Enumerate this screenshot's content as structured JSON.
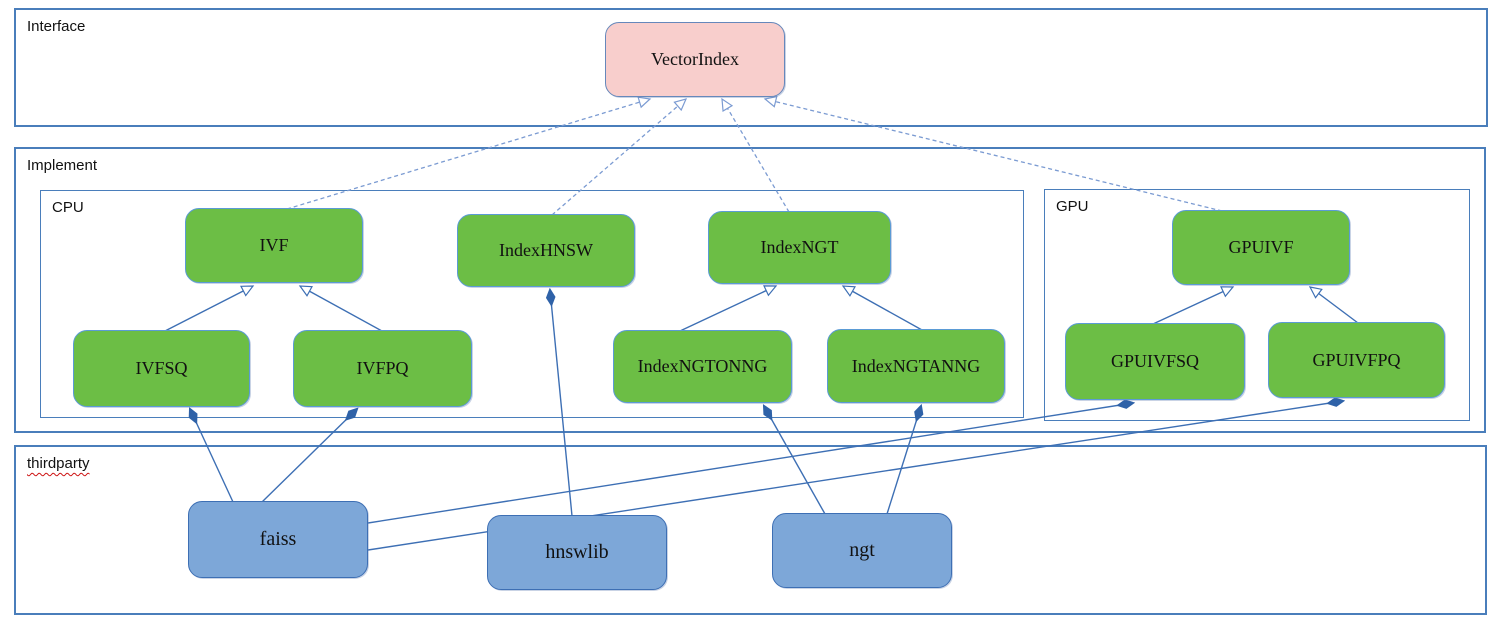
{
  "diagram": {
    "containers": {
      "interface": {
        "label": "Interface"
      },
      "implement": {
        "label": "Implement"
      },
      "cpu": {
        "label": "CPU"
      },
      "gpu": {
        "label": "GPU"
      },
      "thirdparty": {
        "label": "thirdparty"
      }
    },
    "nodes": {
      "vectorindex": {
        "label": "VectorIndex",
        "fill": "#f8cecc",
        "group": "interface"
      },
      "ivf": {
        "label": "IVF",
        "fill": "#6cbe45",
        "group": "cpu"
      },
      "indexhnsw": {
        "label": "IndexHNSW",
        "fill": "#6cbe45",
        "group": "cpu"
      },
      "indexngt": {
        "label": "IndexNGT",
        "fill": "#6cbe45",
        "group": "cpu"
      },
      "ivfsq": {
        "label": "IVFSQ",
        "fill": "#6cbe45",
        "group": "cpu"
      },
      "ivfpq": {
        "label": "IVFPQ",
        "fill": "#6cbe45",
        "group": "cpu"
      },
      "indexngtonng": {
        "label": "IndexNGTONNG",
        "fill": "#6cbe45",
        "group": "cpu"
      },
      "indexngtanng": {
        "label": "IndexNGTANNG",
        "fill": "#6cbe45",
        "group": "cpu"
      },
      "gpuivf": {
        "label": "GPUIVF",
        "fill": "#6cbe45",
        "group": "gpu"
      },
      "gpuivfsq": {
        "label": "GPUIVFSQ",
        "fill": "#6cbe45",
        "group": "gpu"
      },
      "gpuivfpq": {
        "label": "GPUIVFPQ",
        "fill": "#6cbe45",
        "group": "gpu"
      },
      "faiss": {
        "label": "faiss",
        "fill": "#7da7d8",
        "group": "thirdparty"
      },
      "hnswlib": {
        "label": "hnswlib",
        "fill": "#7da7d8",
        "group": "thirdparty"
      },
      "ngt": {
        "label": "ngt",
        "fill": "#7da7d8",
        "group": "thirdparty"
      }
    },
    "edges": [
      {
        "from": "IVF",
        "to": "VectorIndex",
        "type": "realization-dashed-hollow-arrow"
      },
      {
        "from": "IndexHNSW",
        "to": "VectorIndex",
        "type": "realization-dashed-hollow-arrow"
      },
      {
        "from": "IndexNGT",
        "to": "VectorIndex",
        "type": "realization-dashed-hollow-arrow"
      },
      {
        "from": "GPUIVF",
        "to": "VectorIndex",
        "type": "realization-dashed-hollow-arrow"
      },
      {
        "from": "IVFSQ",
        "to": "IVF",
        "type": "generalization-hollow-arrow"
      },
      {
        "from": "IVFPQ",
        "to": "IVF",
        "type": "generalization-hollow-arrow"
      },
      {
        "from": "IndexNGTONNG",
        "to": "IndexNGT",
        "type": "generalization-hollow-arrow"
      },
      {
        "from": "IndexNGTANNG",
        "to": "IndexNGT",
        "type": "generalization-hollow-arrow"
      },
      {
        "from": "GPUIVFSQ",
        "to": "GPUIVF",
        "type": "generalization-hollow-arrow"
      },
      {
        "from": "GPUIVFPQ",
        "to": "GPUIVF",
        "type": "generalization-hollow-arrow"
      },
      {
        "from": "faiss",
        "to": "IVFSQ",
        "type": "composition-filled-diamond"
      },
      {
        "from": "faiss",
        "to": "IVFPQ",
        "type": "composition-filled-diamond"
      },
      {
        "from": "faiss",
        "to": "GPUIVFSQ",
        "type": "composition-filled-diamond"
      },
      {
        "from": "faiss",
        "to": "GPUIVFPQ",
        "type": "composition-filled-diamond"
      },
      {
        "from": "hnswlib",
        "to": "IndexHNSW",
        "type": "composition-filled-diamond"
      },
      {
        "from": "ngt",
        "to": "IndexNGTONNG",
        "type": "composition-filled-diamond"
      },
      {
        "from": "ngt",
        "to": "IndexNGTANNG",
        "type": "composition-filled-diamond"
      }
    ],
    "colors": {
      "container_border": "#4a7ebb",
      "solid_edge": "#3d6fb4",
      "dashed_edge": "#7b9bd2",
      "green_node": "#6cbe45",
      "blue_node": "#7da7d8",
      "pink_node": "#f8cecc",
      "spellcheck_underline": "#cc1111"
    }
  }
}
